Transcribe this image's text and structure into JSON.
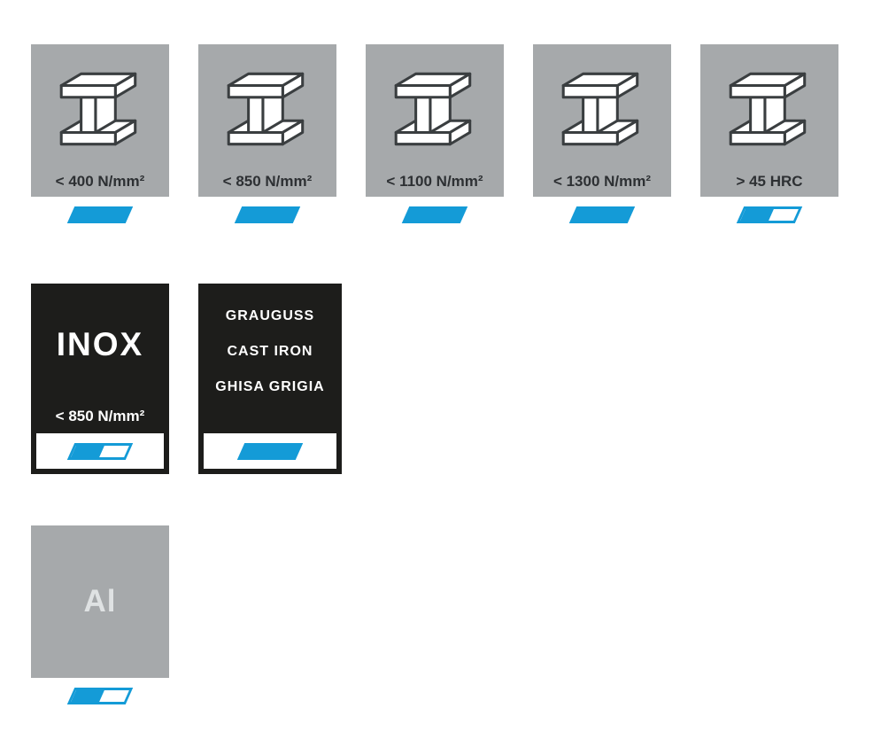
{
  "colors": {
    "accent_blue": "#149bd7",
    "tile_gray": "#a6a9ab",
    "tile_black": "#1d1d1b",
    "label_dark": "#2d3033",
    "label_light": "#ffffff"
  },
  "rows": [
    {
      "tiles": [
        {
          "material": "steel",
          "icon": "i-beam-icon",
          "label": "< 400 N/mm²",
          "indicator": "full"
        },
        {
          "material": "steel",
          "icon": "i-beam-icon",
          "label": "< 850 N/mm²",
          "indicator": "full"
        },
        {
          "material": "steel",
          "icon": "i-beam-icon",
          "label": "< 1100 N/mm²",
          "indicator": "full"
        },
        {
          "material": "steel",
          "icon": "i-beam-icon",
          "label": "< 1300 N/mm²",
          "indicator": "full"
        },
        {
          "material": "hardened-steel",
          "icon": "i-beam-icon",
          "label": "> 45 HRC",
          "indicator": "partial"
        }
      ]
    },
    {
      "tiles": [
        {
          "material": "stainless-steel",
          "title": "INOX",
          "label": "< 850 N/mm²",
          "indicator": "partial"
        },
        {
          "material": "cast-iron",
          "lines": [
            "GRAUGUSS",
            "CAST IRON",
            "GHISA GRIGIA"
          ],
          "indicator": "full"
        }
      ]
    },
    {
      "tiles": [
        {
          "material": "aluminium",
          "title": "Al",
          "indicator": "partial"
        }
      ]
    }
  ]
}
